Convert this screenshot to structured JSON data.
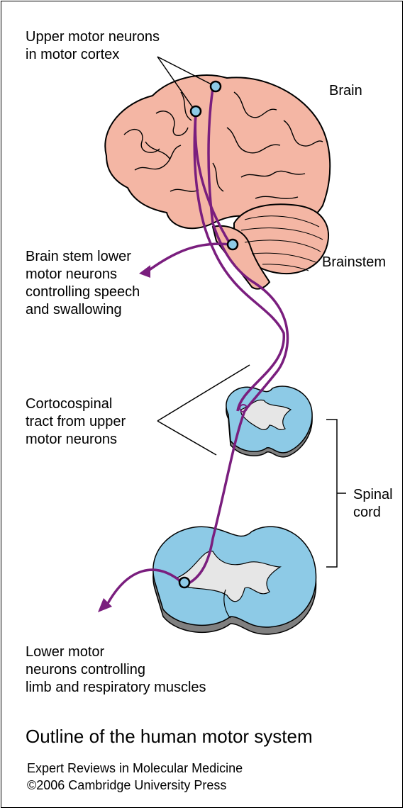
{
  "labels": {
    "upper_motor_neurons": [
      "Upper motor neurons",
      "in motor cortex"
    ],
    "brain": "Brain",
    "brainstem": "Brainstem",
    "brainstem_lmn": [
      "Brain stem lower",
      "motor neurons",
      "controlling speech",
      "and swallowing"
    ],
    "corticospinal": [
      "Cortocospinal",
      "tract from upper",
      "motor neurons"
    ],
    "spinal_cord": [
      "Spinal",
      "cord"
    ],
    "lower_motor_neurons": [
      "Lower motor",
      "neurons controlling",
      "limb and respiratory muscles"
    ]
  },
  "title": "Outline of the human motor system",
  "credit": {
    "journal": "Expert Reviews in Molecular Medicine",
    "copyright": "©2006 Cambridge University Press"
  },
  "colors": {
    "brain_fill": "#f4b6a4",
    "spinal_cord_fill": "#8dcae6",
    "grey_matter": "#e6e6e6",
    "pathway": "#7a1e7e",
    "neuron_node": "#8dcae6"
  }
}
